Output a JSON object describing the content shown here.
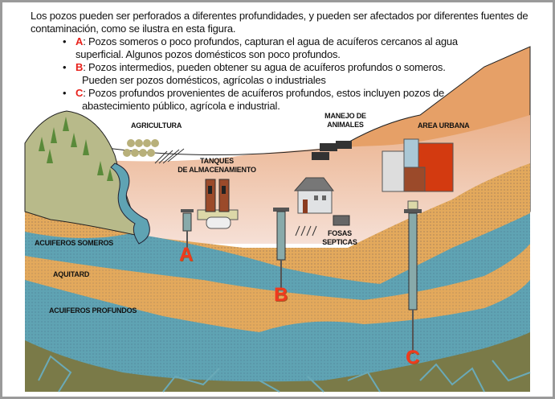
{
  "intro": "Los pozos pueden ser perforados a diferentes profundidades, y pueden ser afectados por diferentes fuentes de contaminación, como se ilustra en esta figura.",
  "bullets": [
    {
      "key": "A",
      "text": ": Pozos someros o poco profundos, capturan el agua de acuíferos cercanos al agua",
      "cont": "superficial. Algunos pozos domésticos son poco profundos."
    },
    {
      "key": "B",
      "text": ": Pozos intermedios, pueden obtener su agua de acuíferos profundos o someros.",
      "cont": "Pueden ser pozos domésticos, agrícolas o industriales"
    },
    {
      "key": "C",
      "text": ": Pozos profundos provenientes de acuíferos profundos, estos incluyen pozos de",
      "cont": "abastecimiento público, agrícola e industrial."
    }
  ],
  "labels": {
    "agricultura": "AGRICULTURA",
    "tanques": "TANQUES",
    "almacenamiento": "DE ALMACENAMIENTO",
    "manejo": "MANEJO DE",
    "animales": "ANIMALES",
    "urbana": "AREA URBANA",
    "fosas": "FOSAS",
    "septicas": "SEPTICAS",
    "someros": "ACUIFEROS SOMEROS",
    "aquitard": "AQUITARD",
    "profundos": "ACUIFEROS PROFUNDOS"
  },
  "wells": {
    "a": "A",
    "b": "B",
    "c": "C"
  },
  "colors": {
    "key": "#e8201a",
    "aquifer": "#5fa3b3",
    "sand": "#e3a95c",
    "bedrock": "#7a7a48",
    "ground": "#f3d3c3"
  }
}
